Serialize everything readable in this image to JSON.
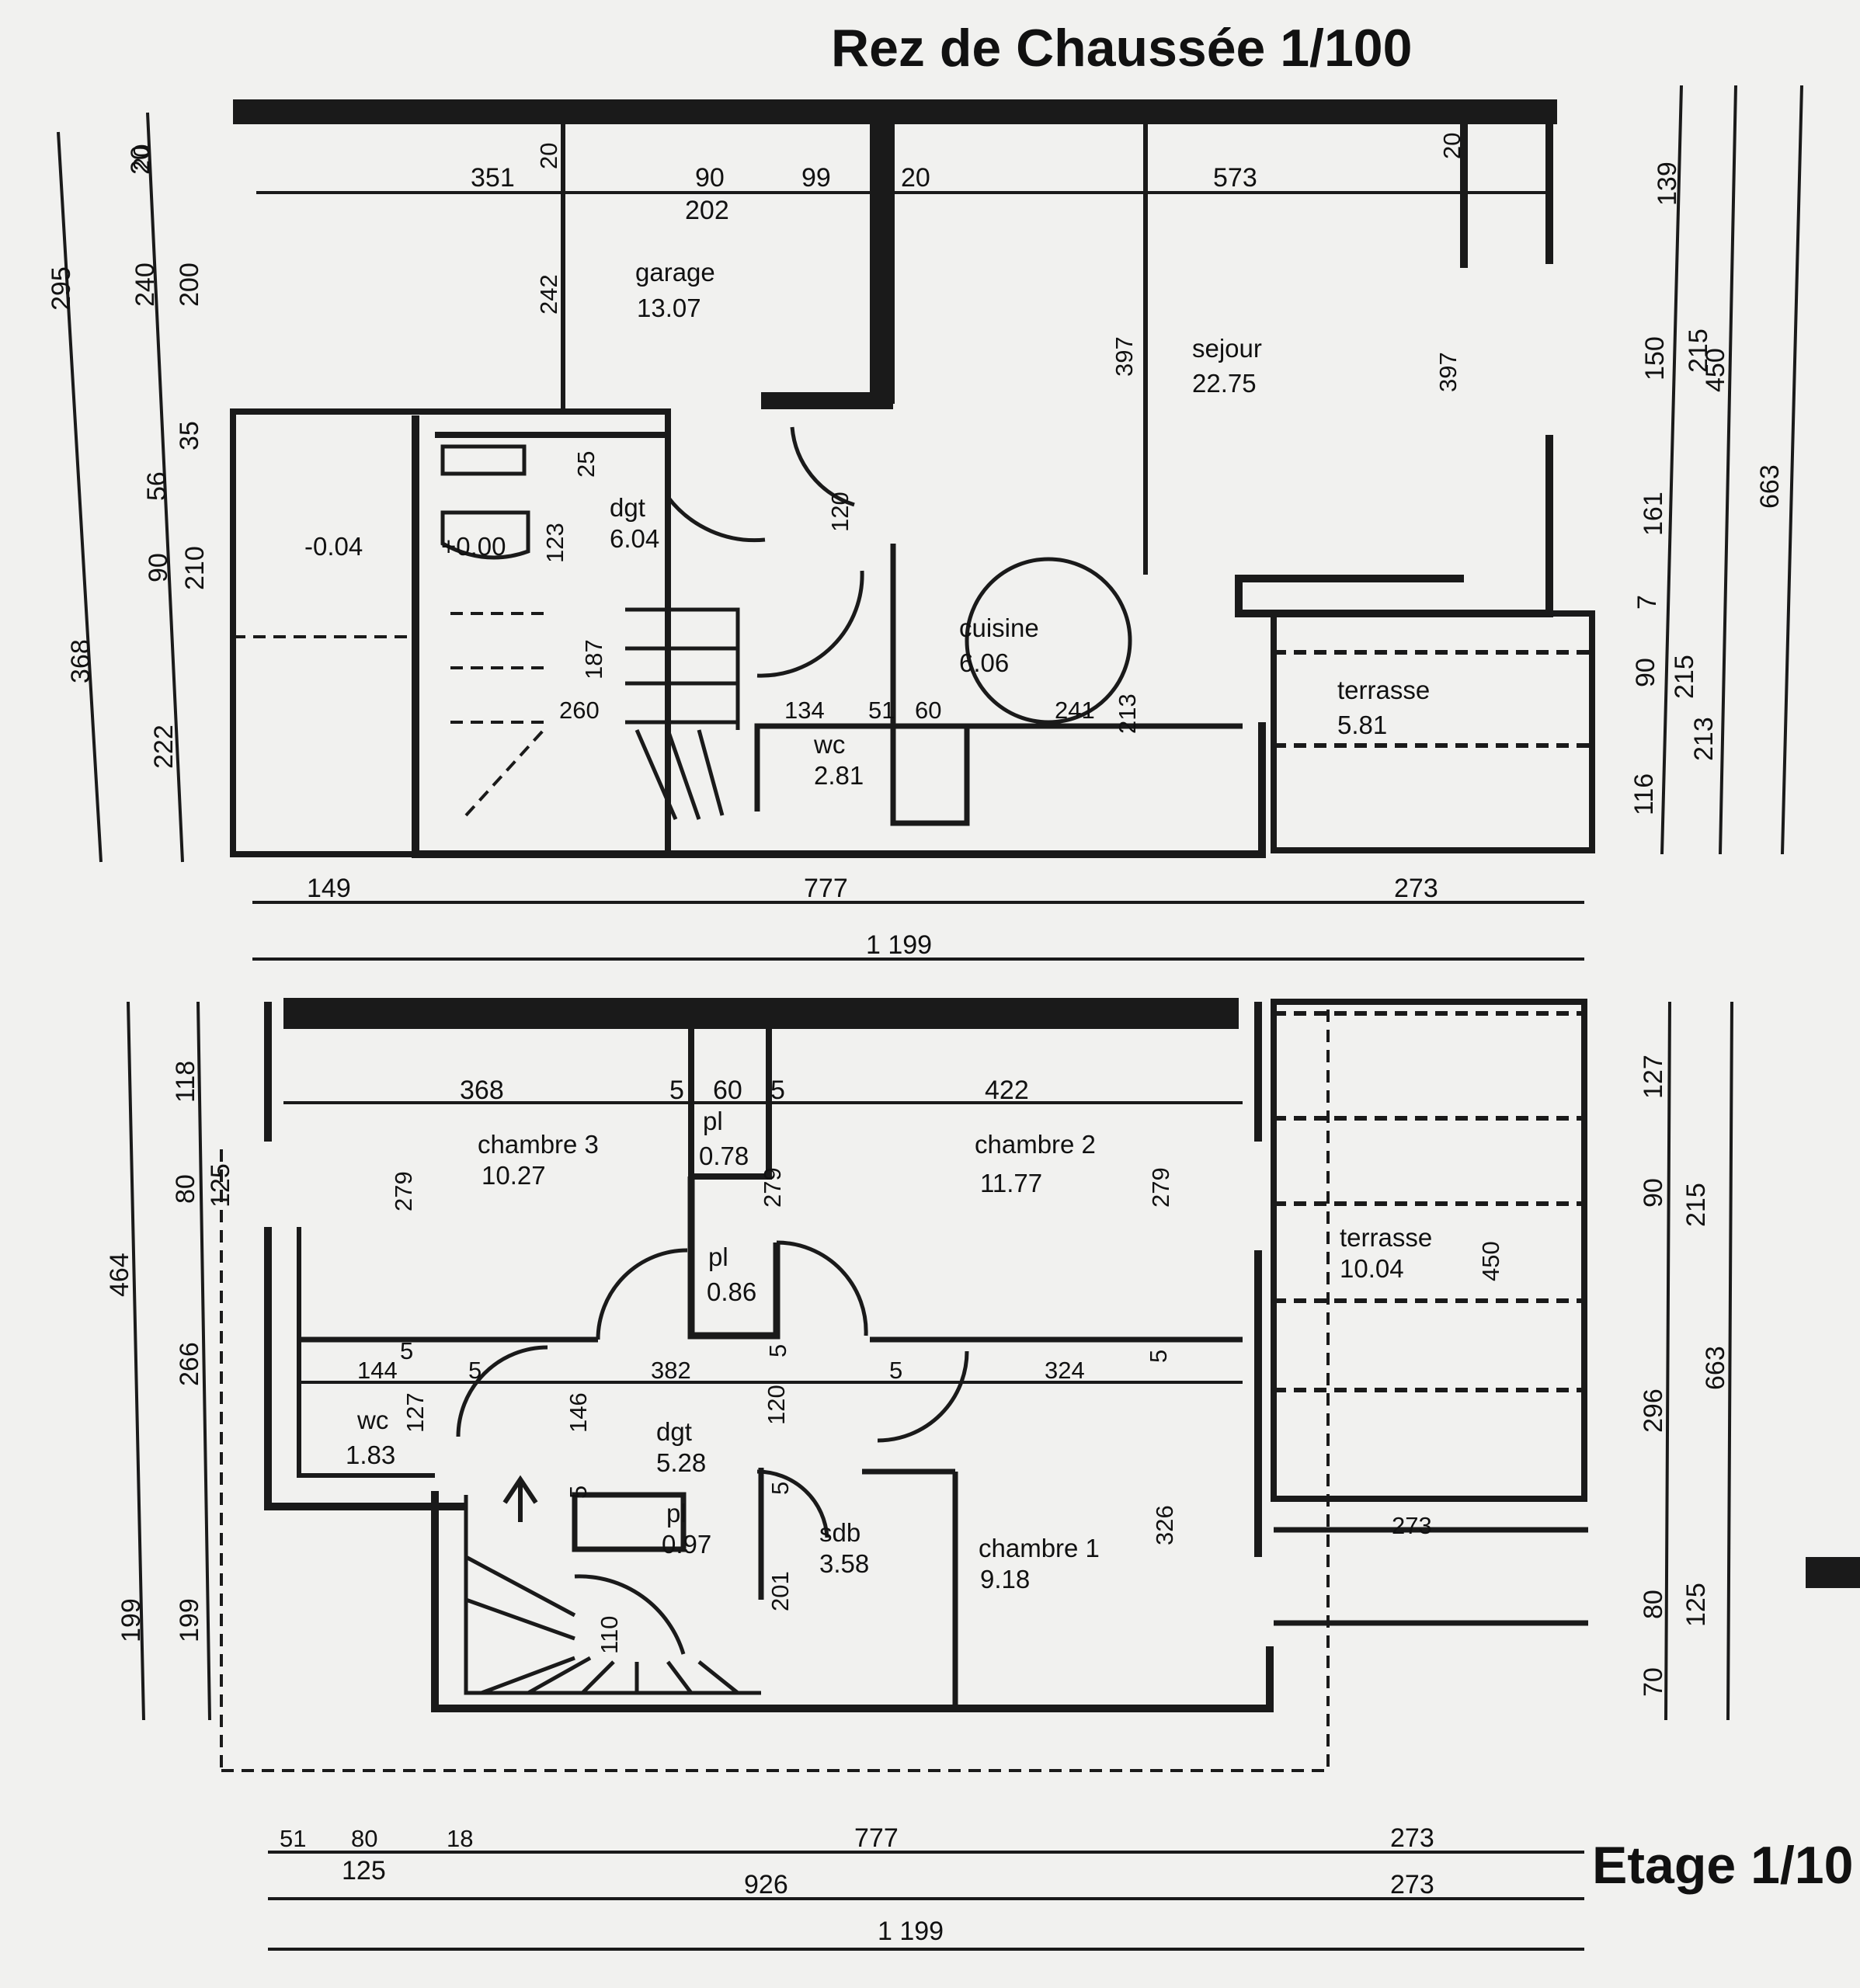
{
  "titles": {
    "ground": "Rez de Chaussée 1/100",
    "upper": "Etage 1/10"
  },
  "ground_floor": {
    "rooms": [
      {
        "name": "garage",
        "area": "13.07"
      },
      {
        "name": "sejour",
        "area": "22.75"
      },
      {
        "name": "dgt",
        "area": "6.04"
      },
      {
        "name": "cuisine",
        "area": "6.06"
      },
      {
        "name": "wc",
        "area": "2.81"
      },
      {
        "name": "terrasse",
        "area": "5.81"
      }
    ],
    "levels": [
      "-0.04",
      "+0.00"
    ],
    "top_dims": [
      "351",
      "90",
      "202",
      "99",
      "20",
      "573"
    ],
    "inner_dims": [
      "20",
      "20",
      "20",
      "242",
      "397",
      "397",
      "120",
      "123",
      "25",
      "187",
      "134",
      "51",
      "60",
      "241",
      "213",
      "260"
    ],
    "left_dims": [
      "295",
      "368",
      "20",
      "240",
      "200",
      "35",
      "56",
      "90",
      "210",
      "222"
    ],
    "right_dims": [
      "139",
      "150",
      "215",
      "450",
      "663",
      "161",
      "7",
      "90",
      "215",
      "213",
      "116"
    ],
    "bottom_dims": [
      "149",
      "777",
      "273",
      "1 199"
    ]
  },
  "upper_floor": {
    "rooms": [
      {
        "name": "chambre 3",
        "area": "10.27"
      },
      {
        "name": "chambre 2",
        "area": "11.77"
      },
      {
        "name": "pl",
        "area": "0.78"
      },
      {
        "name": "pl",
        "area": "0.86"
      },
      {
        "name": "terrasse",
        "area": "10.04"
      },
      {
        "name": "wc",
        "area": "1.83"
      },
      {
        "name": "dgt",
        "area": "5.28"
      },
      {
        "name": "pl",
        "area": "0.97"
      },
      {
        "name": "sdb",
        "area": "3.58"
      },
      {
        "name": "chambre 1",
        "area": "9.18"
      }
    ],
    "top_dims": [
      "368",
      "5",
      "60",
      "5",
      "422"
    ],
    "inner_dims": [
      "279",
      "279",
      "279",
      "144",
      "5",
      "5",
      "382",
      "5",
      "5",
      "324",
      "5",
      "127",
      "146",
      "120",
      "5",
      "5",
      "201",
      "110",
      "326",
      "450",
      "273"
    ],
    "left_dims": [
      "464",
      "199",
      "118",
      "80",
      "125",
      "266",
      "199"
    ],
    "right_dims": [
      "127",
      "90",
      "215",
      "296",
      "663",
      "80",
      "125",
      "70"
    ],
    "bottom_dims": [
      "51",
      "80",
      "18",
      "125",
      "777",
      "273",
      "926",
      "273",
      "1 199"
    ]
  }
}
